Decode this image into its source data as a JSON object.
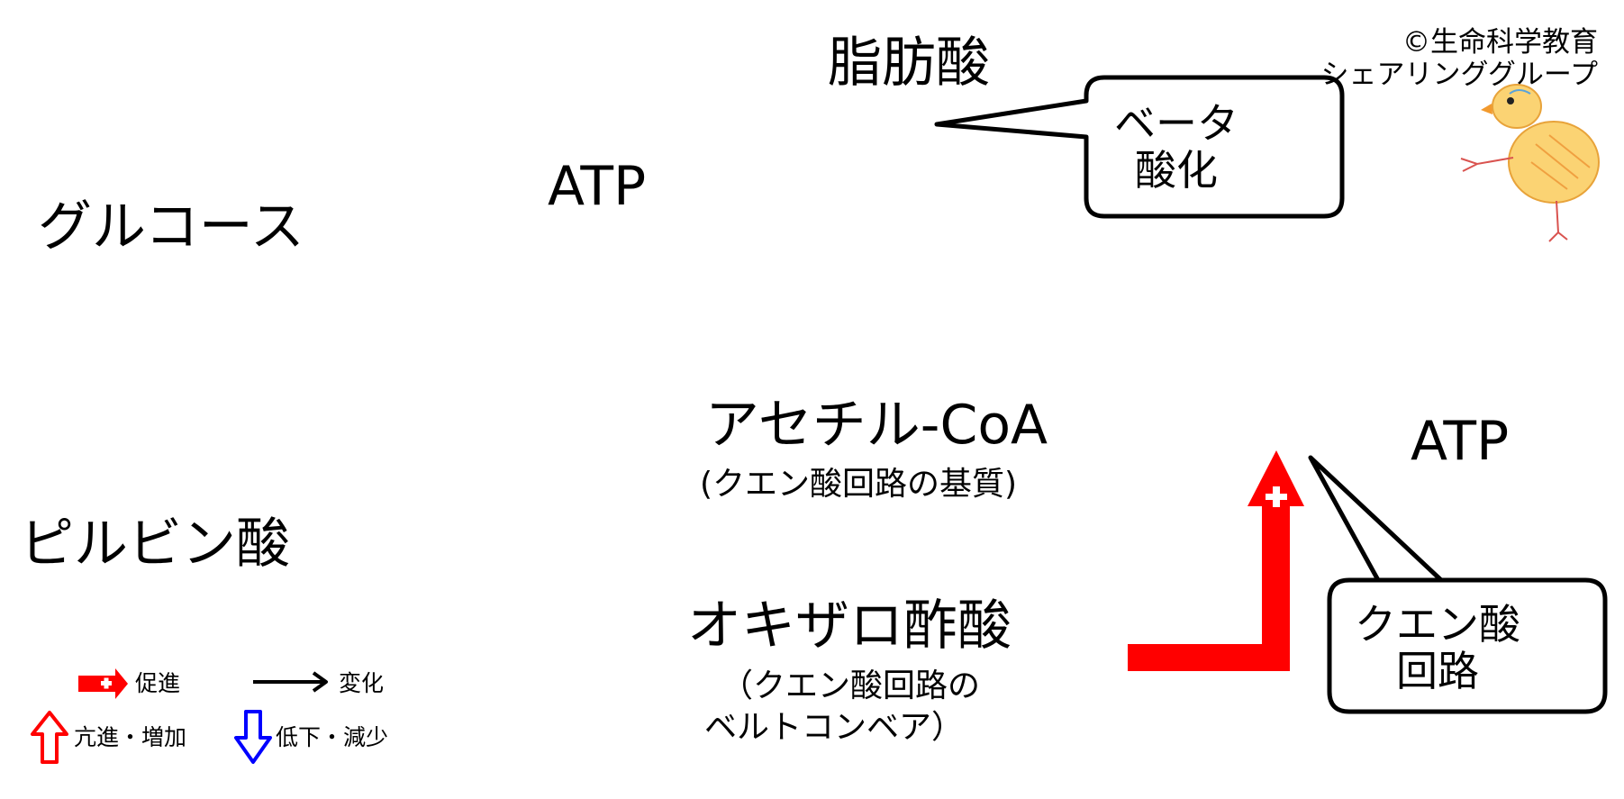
{
  "nodes": {
    "glucose": "グルコース",
    "pyruvate": "ピルビン酸",
    "atp_top": "ATP",
    "fatty_acid": "脂肪酸",
    "acetyl_coa": "アセチル-CoA",
    "acetyl_coa_note": "(クエン酸回路の基質)",
    "oxaloacetate": "オキザロ酢酸",
    "oxaloacetate_note_1": "（クエン酸回路の",
    "oxaloacetate_note_2": "ベルトコンベア）",
    "atp_right": "ATP"
  },
  "bubbles": {
    "beta_oxidation_1": "ベータ",
    "beta_oxidation_2": "酸化",
    "tca_1": "クエン酸",
    "tca_2": "回路"
  },
  "copyright": {
    "line1": "©生命科学教育",
    "line2": "シェアリンググループ"
  },
  "legend": {
    "promote": "促進",
    "change": "変化",
    "increase": "亢進・増加",
    "decrease": "低下・減少"
  },
  "colors": {
    "promote": "#ff0000",
    "increase": "#ff0000",
    "decrease": "#0000ff",
    "line": "#000000"
  }
}
